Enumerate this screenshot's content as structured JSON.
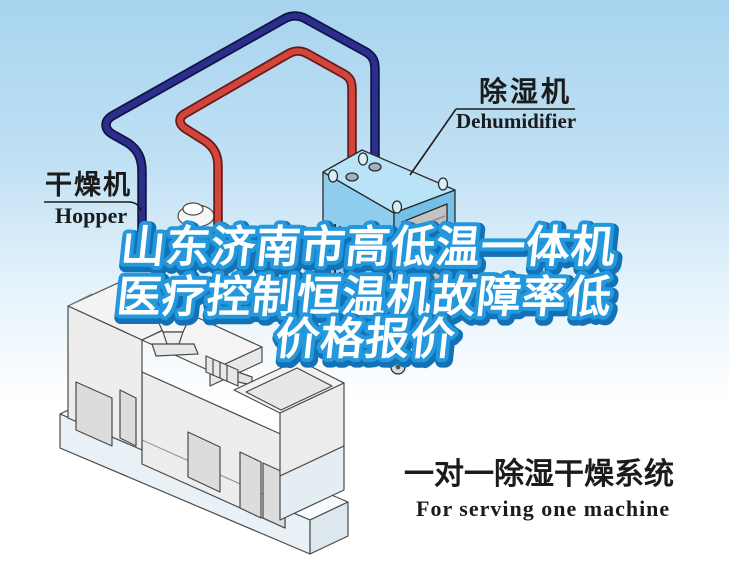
{
  "title_overlay": {
    "line1": "山东济南市高低温一体机",
    "line2": "医疗控制恒温机故障率低",
    "line3": "价格报价",
    "text_color": "#ffffff",
    "outline_color": "#2398dc",
    "shadow_color": "#1372b6"
  },
  "labels": {
    "dryer_zh": "干燥机",
    "dryer_en": "Hopper",
    "dehumidifier_zh": "除湿机",
    "dehumidifier_en": "Dehumidifier"
  },
  "caption": {
    "zh": "一对一除湿干燥系统",
    "en": "For serving one machine"
  },
  "colors": {
    "sky_top": "#a7d4ef",
    "sky_bottom": "#ffffff",
    "pipe_supply": "#2b2f8c",
    "pipe_supply_outline": "#121245",
    "pipe_return": "#d0453c",
    "pipe_return_outline": "#6e1713",
    "unit_top": "#b9e3f7",
    "unit_left": "#8ecdee",
    "unit_right": "#74c0e6",
    "machine_line": "#4a4a4a"
  }
}
